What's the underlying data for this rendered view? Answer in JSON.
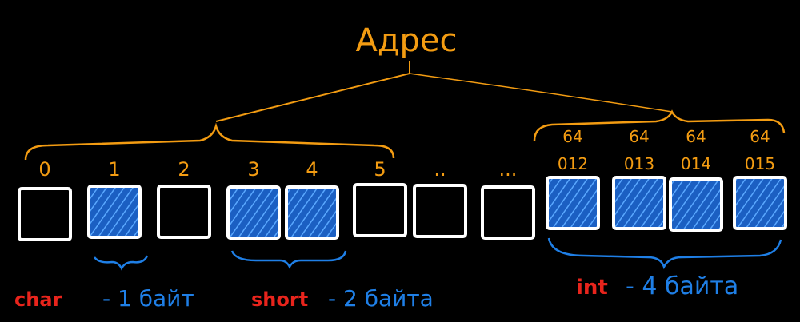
{
  "title": "Адрес",
  "colors": {
    "background": "#000000",
    "address": "#f39c12",
    "type_name": "#e8241c",
    "size_text": "#1f7fe6",
    "cell_fill": "#1b5fc2",
    "hatch": "#5aa8ff",
    "cell_border": "#ffffff"
  },
  "cells": [
    {
      "label": "0",
      "filled": false
    },
    {
      "label": "1",
      "filled": true
    },
    {
      "label": "2",
      "filled": false
    },
    {
      "label": "3",
      "filled": true
    },
    {
      "label": "4",
      "filled": true
    },
    {
      "label": "5",
      "filled": false
    },
    {
      "label": "..",
      "filled": false
    },
    {
      "label": "...",
      "filled": false
    },
    {
      "label": "012",
      "prefix": "64",
      "filled": true
    },
    {
      "label": "013",
      "prefix": "64",
      "filled": true
    },
    {
      "label": "014",
      "prefix": "64",
      "filled": true
    },
    {
      "label": "015",
      "prefix": "64",
      "filled": true
    }
  ],
  "legend": [
    {
      "type": "char",
      "size": "- 1 байт"
    },
    {
      "type": "short",
      "size": "- 2 байта"
    },
    {
      "type": "int",
      "size": "- 4 байта"
    }
  ]
}
